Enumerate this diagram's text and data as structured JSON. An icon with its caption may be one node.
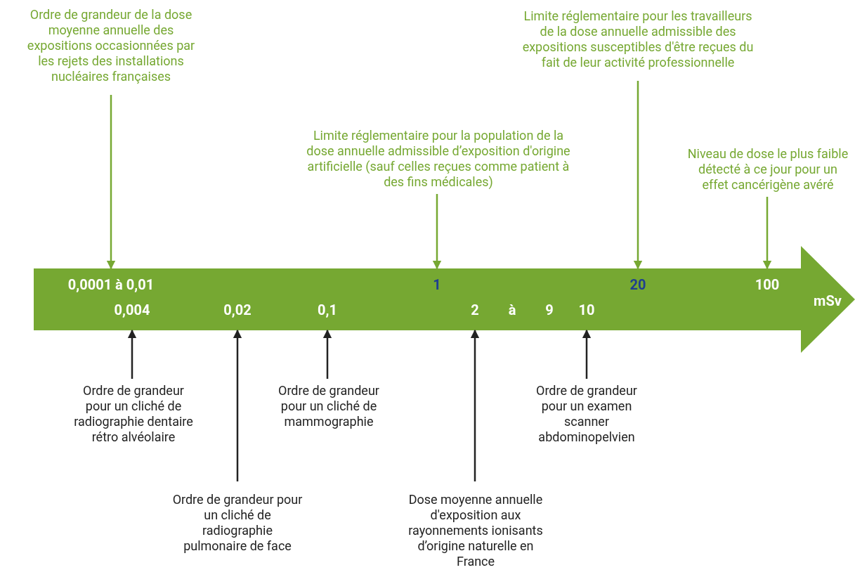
{
  "diagram": {
    "nodes": [
      {
        "text": [
          "mSv"
        ]
      },
      {
        "text": [
          "0,0001 à 0,01"
        ],
        "in": 0
      },
      {
        "text": [
          "1"
        ],
        "in": 0
      },
      {
        "text": [
          "20"
        ],
        "in": 0
      },
      {
        "text": [
          "100"
        ],
        "in": 0
      },
      {
        "text": [
          "0,004"
        ],
        "in": 0
      },
      {
        "text": [
          "0,02"
        ],
        "in": 0
      },
      {
        "text": [
          "0,1"
        ],
        "in": 0
      },
      {
        "text": [
          "2"
        ],
        "in": 0
      },
      {
        "text": [
          "10"
        ],
        "in": 0
      },
      {
        "text": [
          "Ordre de grandeur de la dose moyenne annuelle des expositions occasionnées par les rejets des installations nucléaires françaises"
        ]
      },
      {
        "text": [
          "Limite réglementaire pour les travailleurs de la dose annuelle admissible des expositions susceptibles d'être reçues du fait de leur activité professionnelle"
        ]
      },
      {
        "text": [
          "Limite réglementaire pour la population de la dose annuelle admissible d’exposition d'origine artificielle (sauf celles reçues comme patient à des fins médicales)"
        ]
      },
      {
        "text": [
          "Niveau de dose le plus faible détecté à ce jour pour un effet cancérigène avéré"
        ]
      },
      {
        "text": [
          "Ordre de grandeur pour un cliché de radiographie dentaire rétro alvéolaire"
        ]
      },
      {
        "text": [
          "Ordre de grandeur pour un cliché de mammographie"
        ]
      },
      {
        "text": [
          "Ordre de grandeur pour un examen scanner abdominopelvien"
        ]
      },
      {
        "text": [
          "Ordre de grandeur pour un cliché de radiographie pulmonaire de face"
        ]
      },
      {
        "text": [
          "Dose moyenne annuelle d'exposition aux rayonnements ionisants d’origine naturelle en France"
        ]
      }
    ],
    "edges": [
      {
        "from": 10,
        "to": 1,
        "arrow": "to",
        "color": "#76a832"
      },
      {
        "from": 11,
        "to": 3,
        "arrow": "to",
        "color": "#76a832"
      },
      {
        "from": 12,
        "to": 2,
        "arrow": "to",
        "color": "#76a832"
      },
      {
        "from": 13,
        "to": 4,
        "arrow": "to",
        "color": "#76a832"
      },
      {
        "from": 14,
        "to": 5,
        "arrow": "to"
      },
      {
        "from": 15,
        "to": 7,
        "arrow": "to"
      },
      {
        "from": 16,
        "to": 9,
        "arrow": "to"
      },
      {
        "from": 17,
        "to": 6,
        "arrow": "to"
      },
      {
        "from": 18,
        "to": 8,
        "arrow": "to"
      }
    ],
    "labels": [
      "à",
      "9"
    ]
  }
}
